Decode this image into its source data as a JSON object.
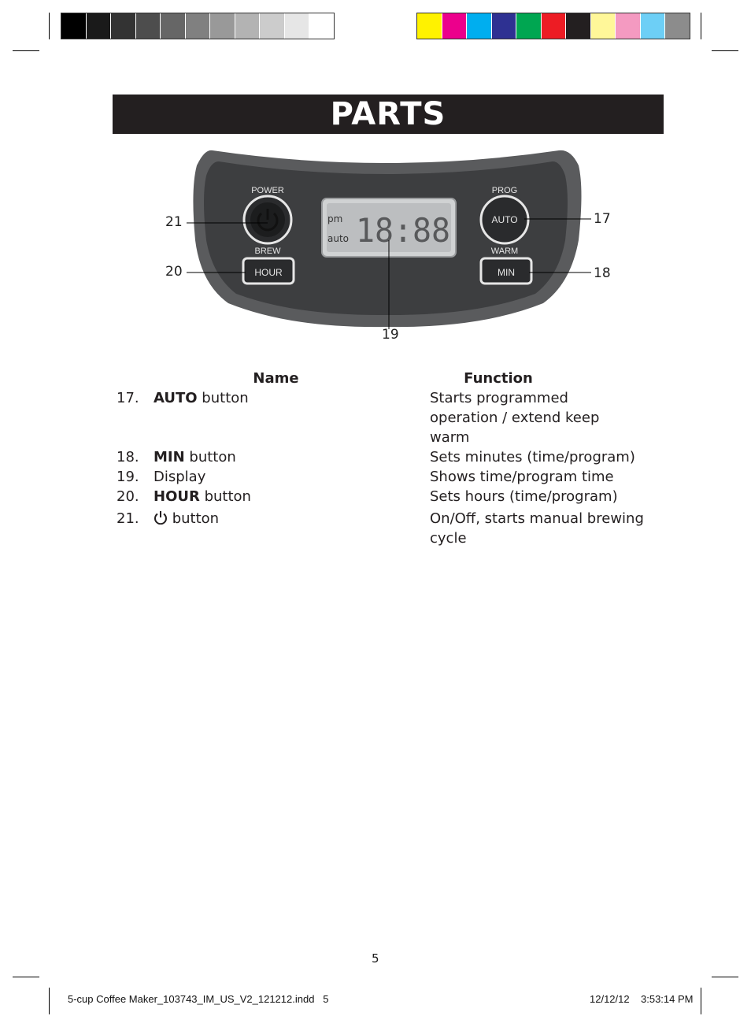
{
  "colors": {
    "grayscale": [
      "#000000",
      "#1a1a1a",
      "#333333",
      "#4d4d4d",
      "#666666",
      "#808080",
      "#999999",
      "#b3b3b3",
      "#cccccc",
      "#e6e6e6",
      "#ffffff"
    ],
    "process": [
      "#fff200",
      "#ec008c",
      "#00aeef",
      "#2e3192",
      "#00a651",
      "#ed1c24",
      "#231f20",
      "#fff799",
      "#f49ac1",
      "#6dcff6",
      "#8c8c8c"
    ],
    "title_bg": "#231f20",
    "panel": "#3d3e40",
    "lcd": "#bcbec0"
  },
  "title": "PARTS",
  "panel": {
    "power_label": "POWER",
    "brew_label": "BREW",
    "hour_label": "HOUR",
    "prog_label": "PROG",
    "auto_label": "AUTO",
    "warm_label": "WARM",
    "min_label": "MIN",
    "lcd_pm": "pm",
    "lcd_auto": "auto",
    "lcd_time": "18:88"
  },
  "callouts": {
    "c17": "17",
    "c18": "18",
    "c19": "19",
    "c20": "20",
    "c21": "21"
  },
  "table": {
    "header_name": "Name",
    "header_function": "Function",
    "rows": [
      {
        "num": "17.",
        "bold": "AUTO",
        "rest": " button",
        "function": "Starts programmed operation / extend keep warm"
      },
      {
        "num": "18.",
        "bold": "MIN",
        "rest": " button",
        "function": "Sets minutes (time/program)"
      },
      {
        "num": "19.",
        "bold": "",
        "rest": "Display",
        "function": "Shows time/program time"
      },
      {
        "num": "20.",
        "bold": "HOUR",
        "rest": " button",
        "function": "Sets hours (time/program)"
      },
      {
        "num": "21.",
        "bold": "",
        "rest": " button",
        "function": "On/Off, starts manual brewing cycle",
        "icon": "power-icon"
      }
    ]
  },
  "page_number": "5",
  "footer": {
    "file": "5-cup Coffee Maker_103743_IM_US_V2_121212.indd   5",
    "date": "12/12/12",
    "time": "3:53:14 PM"
  }
}
